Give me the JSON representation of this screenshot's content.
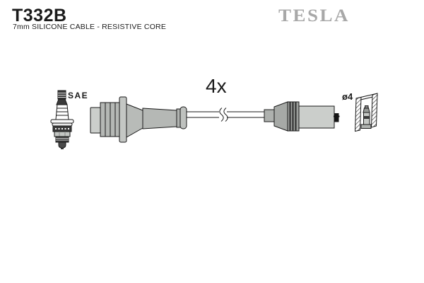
{
  "header": {
    "part_number": "T332B",
    "subtitle": "7mm SILICONE CABLE - RESISTIVE CORE",
    "brand": "TESLA"
  },
  "diagram": {
    "labels": {
      "sae": "SAE",
      "quantity": "4x",
      "diameter": "ø4"
    }
  },
  "theme": {
    "paper": "#ffffff",
    "ink": "#1a1a1a",
    "brand_gray": "#a8a8a8",
    "fill_light": "#cbcecb",
    "fill_mid": "#b5b8b5",
    "fill_dark": "#9da09d",
    "metal_dark": "#3a3a3a"
  }
}
